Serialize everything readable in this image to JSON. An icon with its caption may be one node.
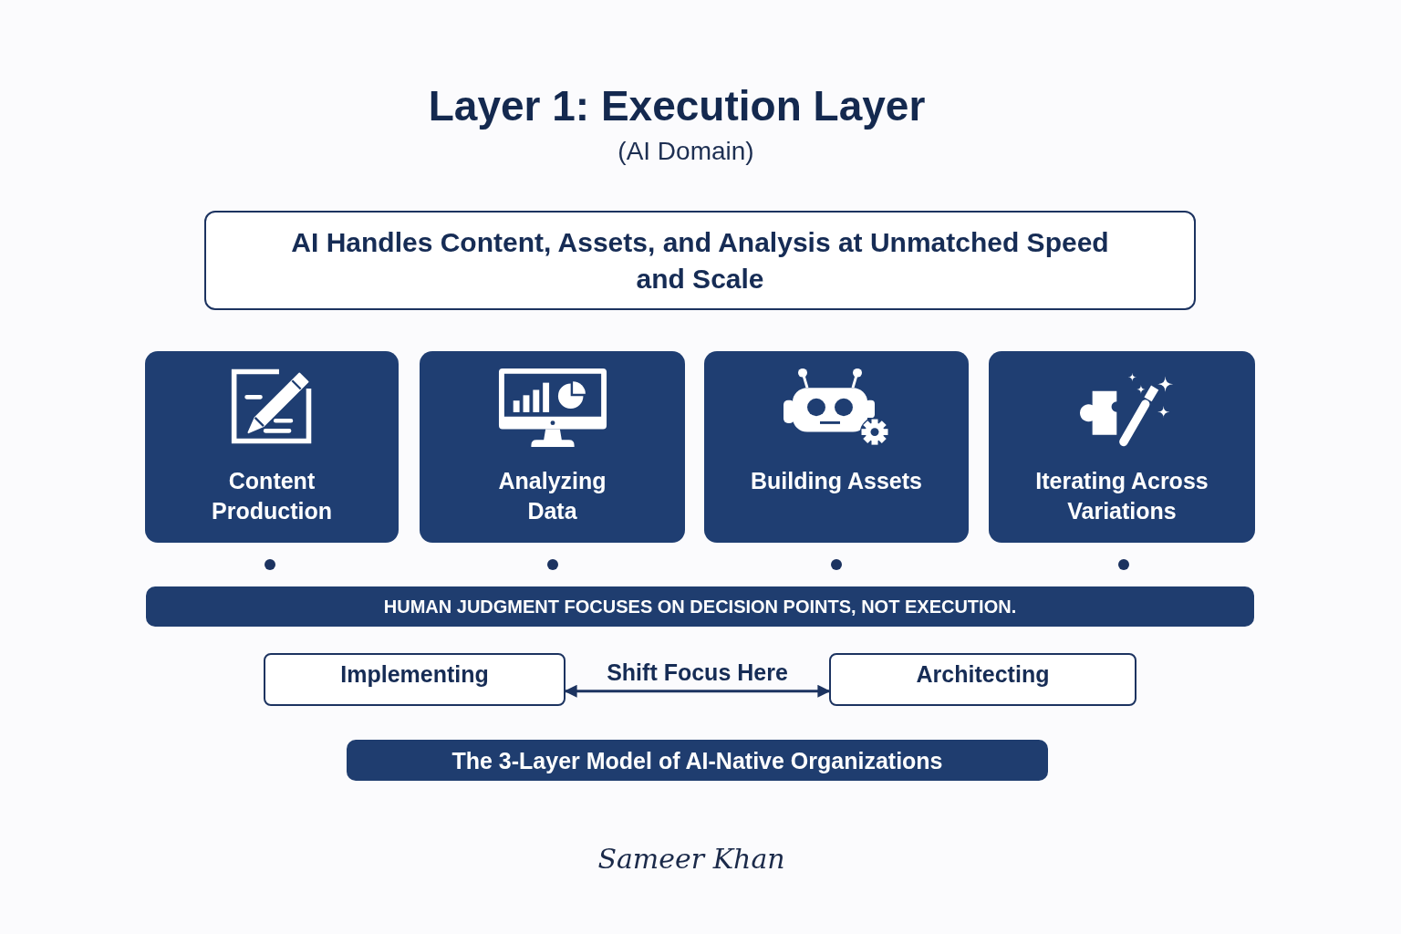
{
  "diagram": {
    "title": "Layer 1: Execution Layer",
    "nodes": [
      {
        "text": [
          "AI Handles Content, Assets, and Analysis at Unmatched Speed and Scale"
        ]
      },
      {
        "text": [
          "Content Production"
        ]
      },
      {
        "text": [
          "Analyzing Data"
        ]
      },
      {
        "text": [
          "Building Assets"
        ]
      },
      {
        "text": [
          "Iterating Across Variations"
        ]
      },
      {
        "text": [
          "HUMAN JUDGMENT FOCUSES ON DECISION POINTS, NOT EXECUTION."
        ]
      },
      {
        "text": [
          "Implementing"
        ]
      },
      {
        "text": [
          "Architecting"
        ]
      },
      {
        "text": [
          "The 3-Layer Model of AI-Native Organizations"
        ]
      }
    ],
    "edges": [
      {
        "from": 6,
        "to": 7,
        "arrow": "both",
        "label": "Shift Focus Here"
      }
    ],
    "labels": [
      "(AI Domain)",
      "Sameer Khan"
    ]
  }
}
